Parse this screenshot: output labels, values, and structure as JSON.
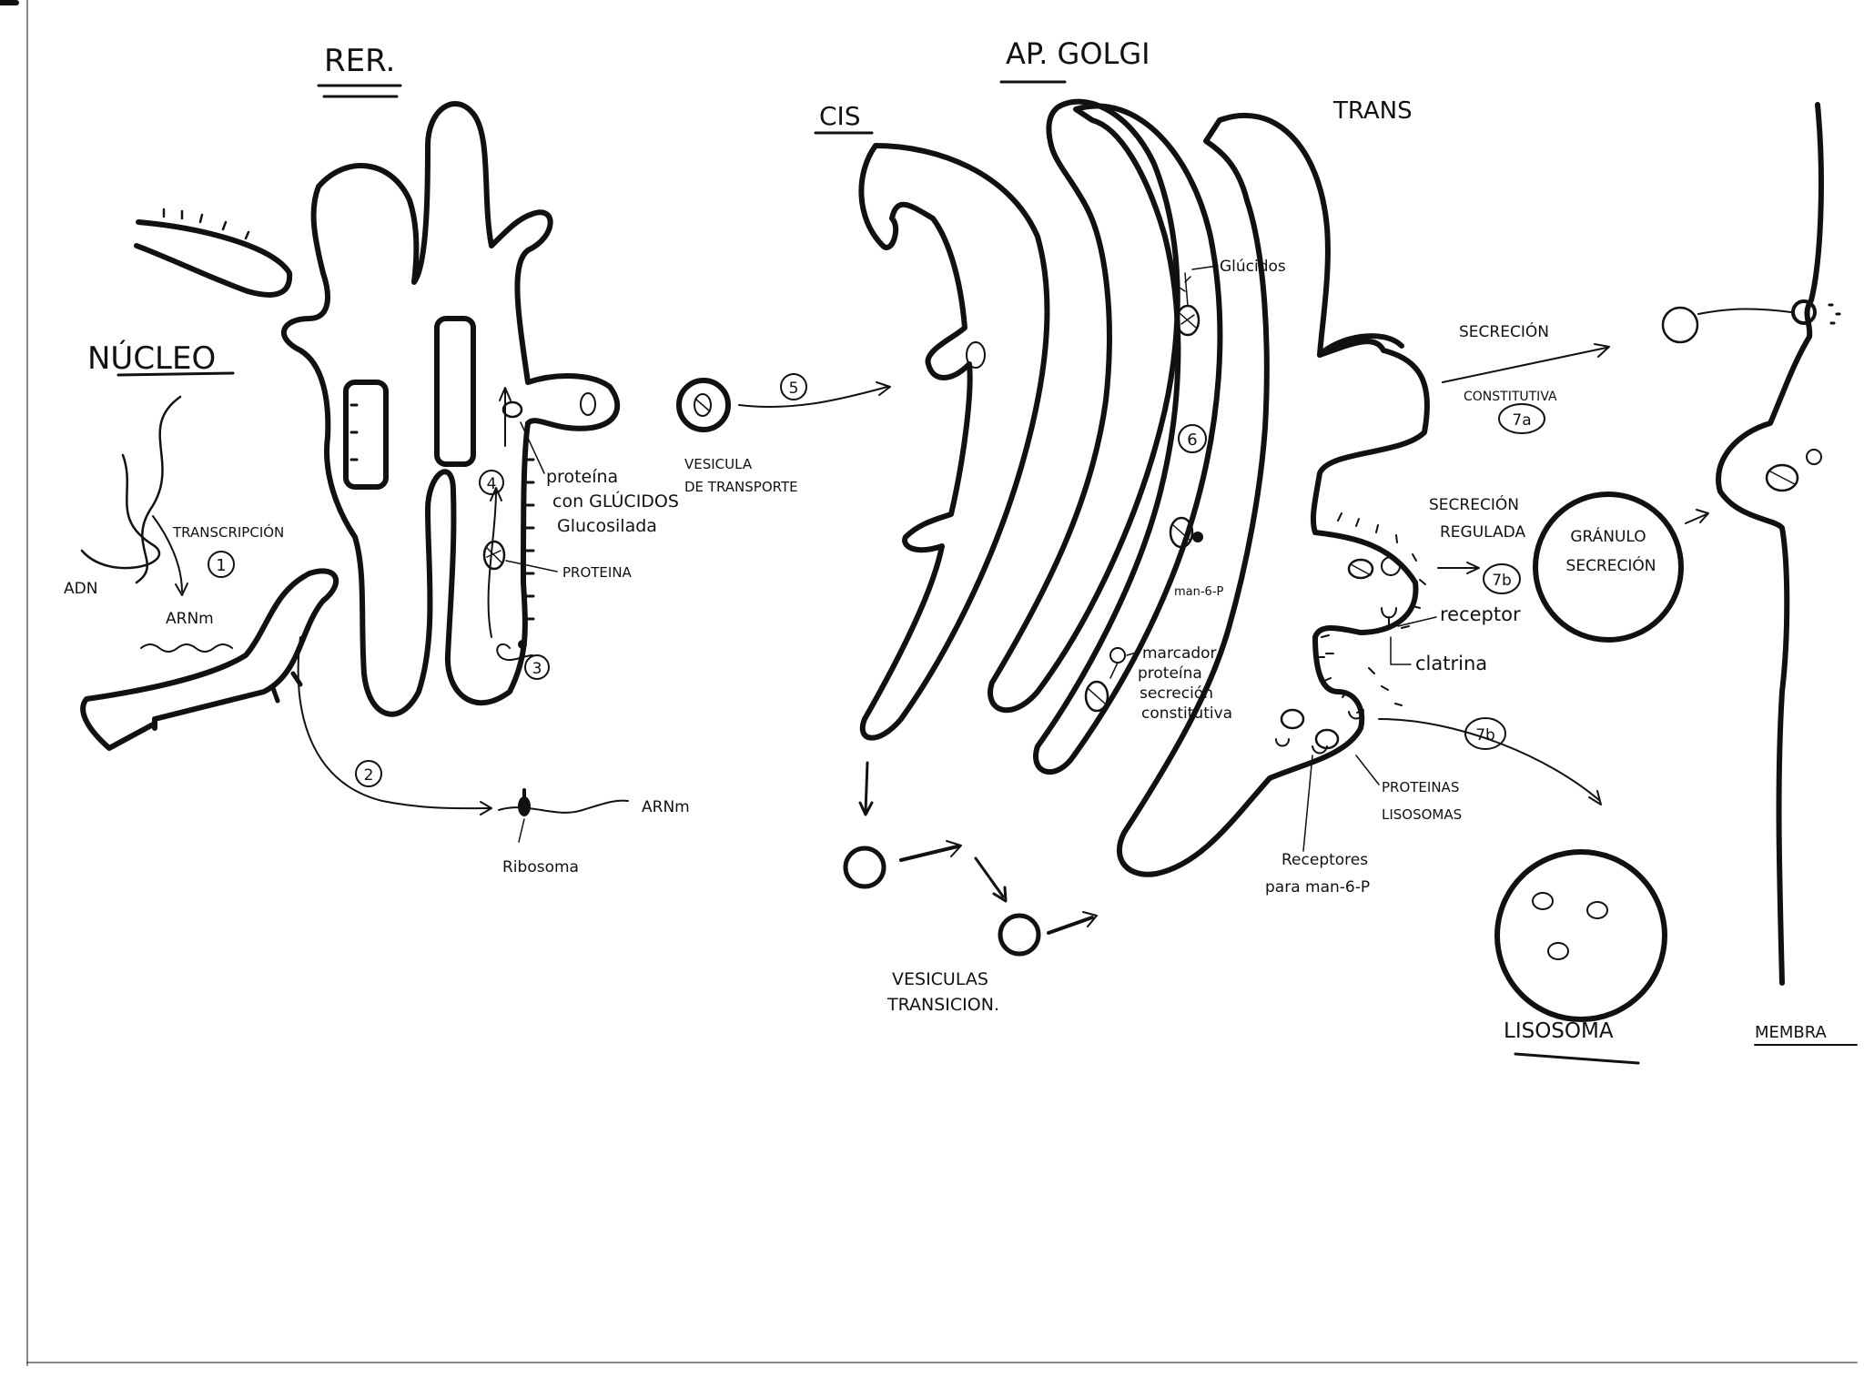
{
  "colors": {
    "ink": "#111111",
    "paper": "#ffffff"
  },
  "titles": {
    "rer": "RER.",
    "golgi": "AP. GOLGI",
    "nucleo": "NÚCLEO",
    "lisosoma": "LISOSOMA",
    "membrana": "MEMBRA"
  },
  "golgi_faces": {
    "cis": "CIS",
    "trans": "TRANS"
  },
  "labels": {
    "adn": "ADN",
    "transcripcion": "TRANSCRIPCIÓN",
    "arnm_nucleus": "ARNm",
    "arnm_ribosome": "ARNm",
    "ribosoma": "Ribosoma",
    "proteina_con_glucidos_1": "proteína",
    "proteina_con_glucidos_2": "con GLÚCIDOS",
    "proteina_con_glucidos_3": "Glucosilada",
    "proteina": "PROTEINA",
    "vesicula_transporte_1": "VESICULA",
    "vesicula_transporte_2": "DE TRANSPORTE",
    "vesiculas_transicion_1": "VESICULAS",
    "vesiculas_transicion_2": "TRANSICION.",
    "glucidos": "Glúcidos",
    "man6p": "man-6-P",
    "marcador_1": "marcador",
    "marcador_2": "proteína",
    "marcador_3": "secreción",
    "marcador_4": "constitutiva",
    "secrecion_constitutiva_1": "SECRECIÓN",
    "secrecion_constitutiva_2": "CONSTITUTIVA",
    "secrecion_regulada_1": "SECRECIÓN",
    "secrecion_regulada_2": "REGULADA",
    "granulo_1": "GRÁNULO",
    "granulo_2": "SECRECIÓN",
    "receptor": "receptor",
    "clatrina": "clatrina",
    "proteinas_lisosomas_1": "PROTEINAS",
    "proteinas_lisosomas_2": "LISOSOMAS",
    "receptores_man6p_1": "Receptores",
    "receptores_man6p_2": "para man-6-P"
  },
  "steps": {
    "s1": "1",
    "s2": "2",
    "s3": "3",
    "s4": "4",
    "s5": "5",
    "s6": "6",
    "s7a": "7a",
    "s7b_regulated": "7b",
    "s7b_lysosome": "7b"
  }
}
